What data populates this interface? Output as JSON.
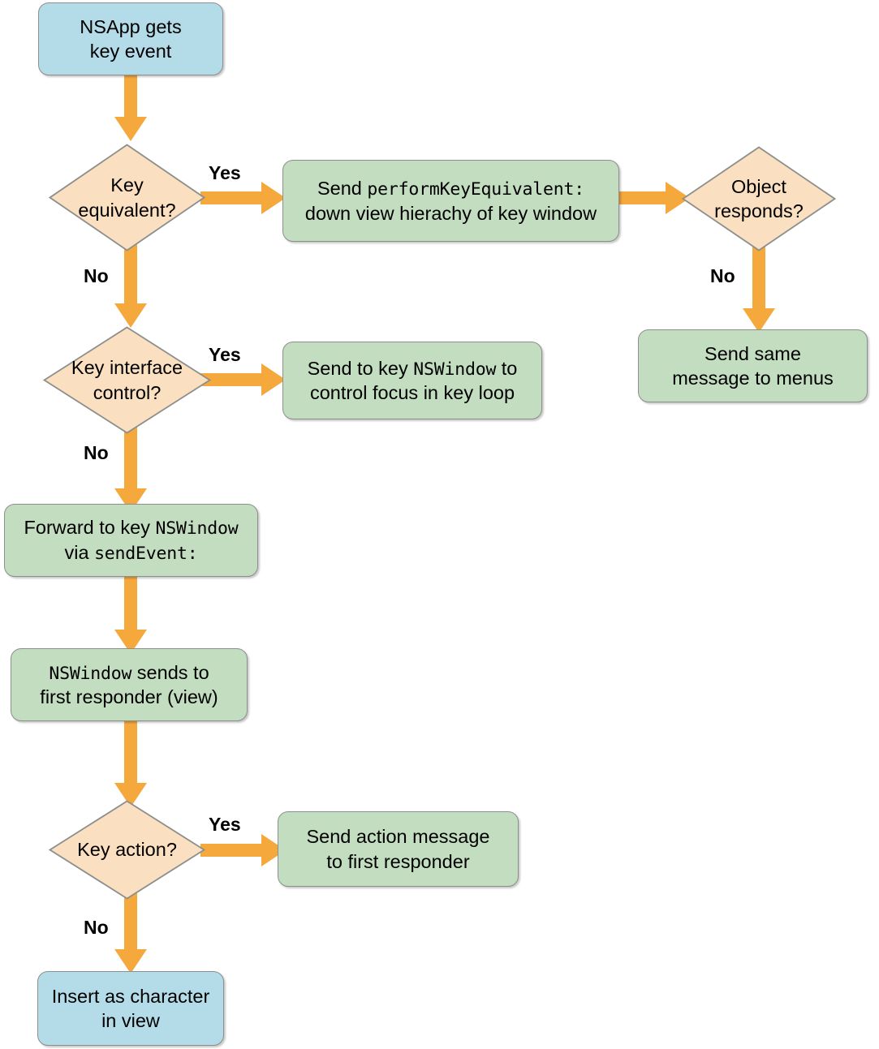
{
  "diagram": {
    "title": "NSApp key event dispatch flowchart",
    "colors": {
      "terminal_fill": "#b3dbe8",
      "process_fill": "#c2ddbf",
      "decision_fill": "#fadfc0",
      "arrow": "#f5a83c",
      "stroke": "#8d8f8d",
      "text": "#000000",
      "background": "#ffffff"
    },
    "nodes": {
      "start": {
        "shape": "rounded-rectangle",
        "fill": "terminal",
        "line1": "NSApp gets",
        "line2": "key event"
      },
      "key_equivalent": {
        "shape": "diamond",
        "fill": "decision",
        "line1": "Key",
        "line2": "equivalent?"
      },
      "perform_key_equivalent": {
        "shape": "rounded-rectangle",
        "fill": "process",
        "line1_plain": "Send ",
        "line1_code": "performKeyEquivalent:",
        "line2_plain": "down view hierachy of key window"
      },
      "object_responds": {
        "shape": "diamond",
        "fill": "decision",
        "line1": "Object",
        "line2": "responds?"
      },
      "send_same_message": {
        "shape": "rounded-rectangle",
        "fill": "process",
        "line1": "Send same",
        "line2": "message to menus"
      },
      "key_interface_control": {
        "shape": "diamond",
        "fill": "decision",
        "line1": "Key interface",
        "line2": "control?"
      },
      "send_to_key_nswindow": {
        "shape": "rounded-rectangle",
        "fill": "process",
        "line1_plain_a": "Send to key ",
        "line1_code": "NSWindow",
        "line1_plain_b": " to",
        "line2_plain": "control focus in key loop"
      },
      "forward_to_key_nswindow": {
        "shape": "rounded-rectangle",
        "fill": "process",
        "line1_plain": "Forward to key ",
        "line1_code": "NSWindow",
        "line2_plain": "via ",
        "line2_code": "sendEvent:"
      },
      "nswindow_sends": {
        "shape": "rounded-rectangle",
        "fill": "process",
        "line1_code": "NSWindow",
        "line1_plain": " sends to",
        "line2_plain": "first responder (view)"
      },
      "key_action": {
        "shape": "diamond",
        "fill": "decision",
        "line1": "Key action?"
      },
      "send_action_message": {
        "shape": "rounded-rectangle",
        "fill": "process",
        "line1": "Send action message",
        "line2": "to first responder"
      },
      "insert_as_character": {
        "shape": "rounded-rectangle",
        "fill": "terminal",
        "line1": "Insert as character",
        "line2": "in view"
      }
    },
    "edges": [
      {
        "id": "start-to-key-equivalent",
        "label": "",
        "direction": "down"
      },
      {
        "id": "key-equivalent-yes",
        "label": "Yes",
        "direction": "right"
      },
      {
        "id": "key-equivalent-no",
        "label": "No",
        "direction": "down"
      },
      {
        "id": "perform-to-object-responds",
        "label": "",
        "direction": "right"
      },
      {
        "id": "object-responds-no",
        "label": "No",
        "direction": "down"
      },
      {
        "id": "key-interface-yes",
        "label": "Yes",
        "direction": "right"
      },
      {
        "id": "key-interface-no",
        "label": "No",
        "direction": "down"
      },
      {
        "id": "forward-to-nswindow-sends",
        "label": "",
        "direction": "down"
      },
      {
        "id": "nswindow-sends-to-key-action",
        "label": "",
        "direction": "down"
      },
      {
        "id": "key-action-yes",
        "label": "Yes",
        "direction": "right"
      },
      {
        "id": "key-action-no",
        "label": "No",
        "direction": "down"
      }
    ],
    "labels": {
      "yes": "Yes",
      "no": "No"
    }
  }
}
